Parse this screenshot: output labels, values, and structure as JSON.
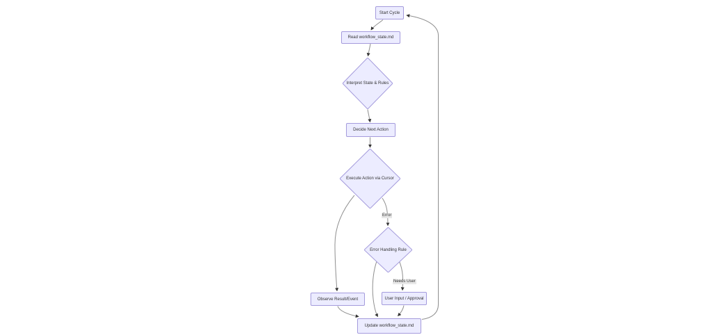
{
  "diagram": {
    "type": "flowchart",
    "nodes": {
      "start_cycle": "Start Cycle",
      "read_state": "Read workflow_state.md",
      "interpret": "Interpret State & Rules",
      "decide": "Decide Next Action",
      "execute": "Execute Action via Cursor",
      "error_handling": "Error Handling Rule",
      "observe": "Observe Result/Event",
      "user_input": "User Input / Approval",
      "update_state": "Update workflow_state.md"
    },
    "edge_labels": {
      "error": "Error",
      "needs_user": "Needs User"
    },
    "connections": [
      {
        "from": "Start Cycle",
        "to": "Read workflow_state.md",
        "label": ""
      },
      {
        "from": "Read workflow_state.md",
        "to": "Interpret State & Rules",
        "label": ""
      },
      {
        "from": "Interpret State & Rules",
        "to": "Decide Next Action",
        "label": ""
      },
      {
        "from": "Decide Next Action",
        "to": "Execute Action via Cursor",
        "label": ""
      },
      {
        "from": "Execute Action via Cursor",
        "to": "Error Handling Rule",
        "label": "Error"
      },
      {
        "from": "Execute Action via Cursor",
        "to": "Observe Result/Event",
        "label": ""
      },
      {
        "from": "Error Handling Rule",
        "to": "Update workflow_state.md",
        "label": ""
      },
      {
        "from": "Error Handling Rule",
        "to": "User Input / Approval",
        "label": "Needs User"
      },
      {
        "from": "Observe Result/Event",
        "to": "Update workflow_state.md",
        "label": ""
      },
      {
        "from": "User Input / Approval",
        "to": "Update workflow_state.md",
        "label": ""
      },
      {
        "from": "Update workflow_state.md",
        "to": "Start Cycle",
        "label": ""
      }
    ],
    "colors": {
      "background": "#ffffff",
      "node_fill": "#ECECFF",
      "node_border": "#a49bdc",
      "edge": "#8e8e8e",
      "arrowhead": "#333333",
      "label_bg": "#e8e8e8",
      "text": "#333333"
    }
  }
}
